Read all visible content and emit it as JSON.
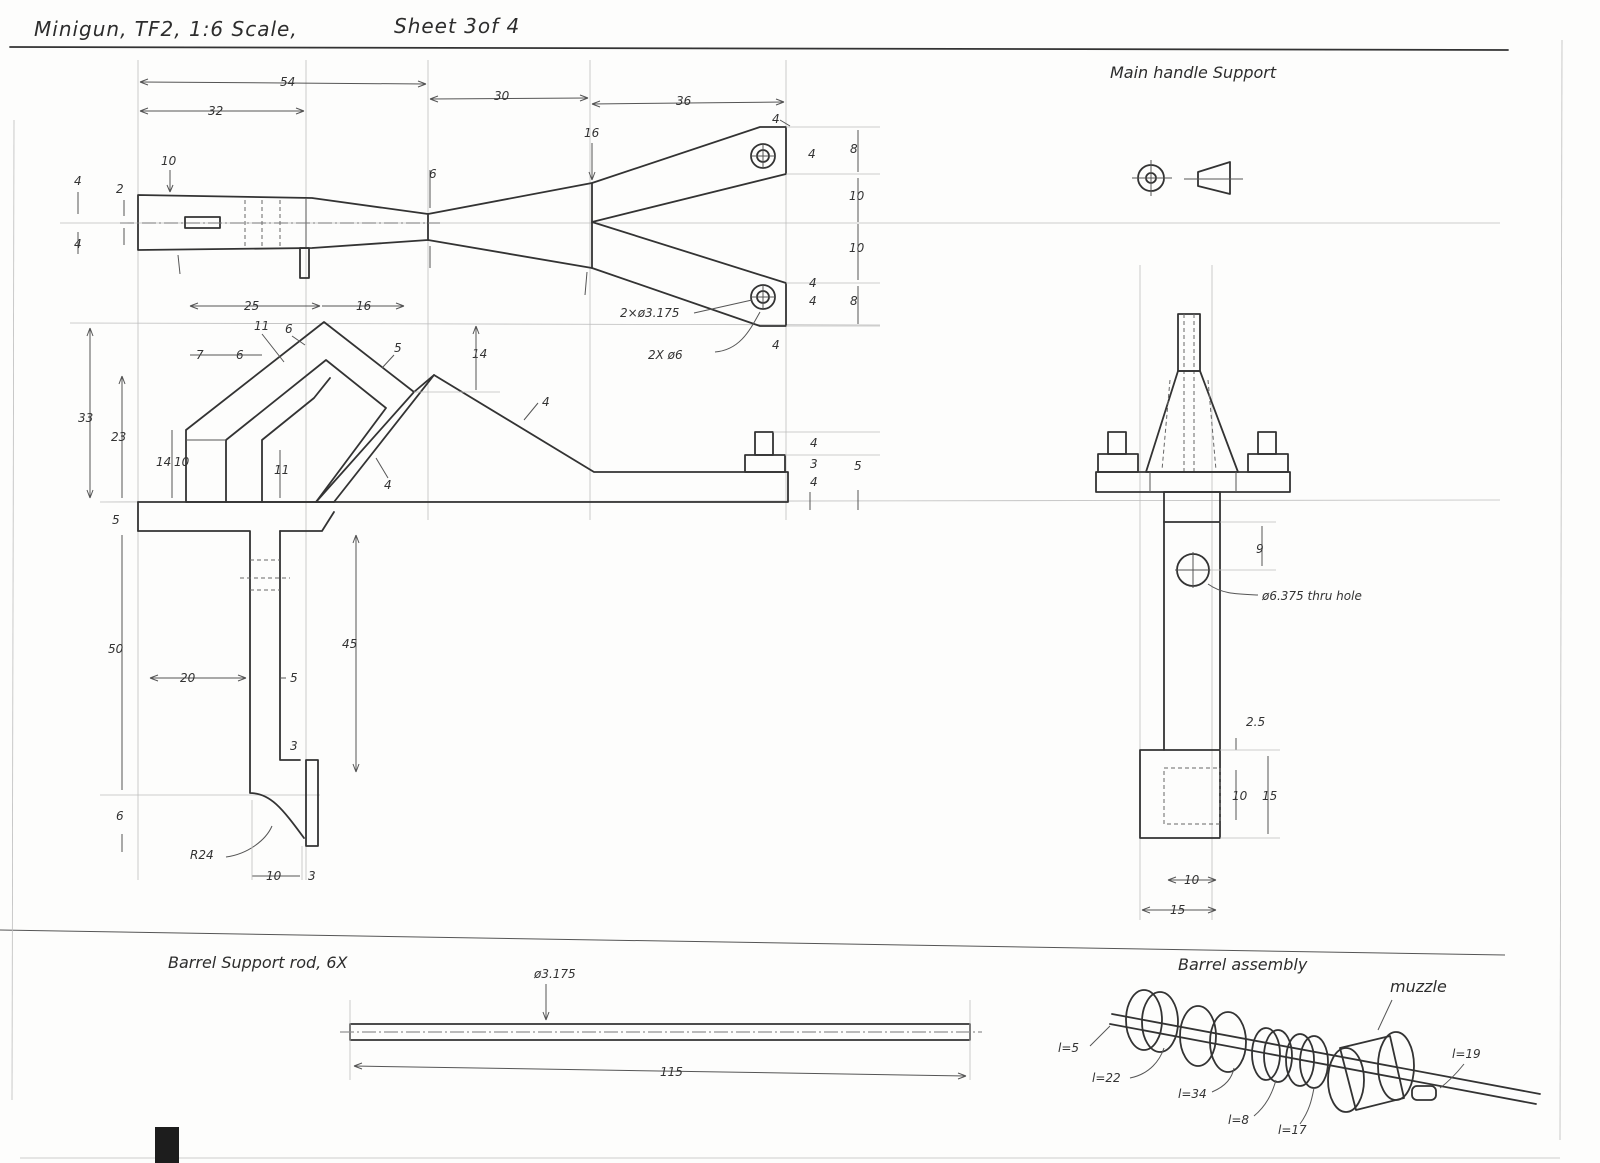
{
  "header": {
    "title": "Minigun, TF2, 1:6 Scale,",
    "sheet": "Sheet 3of 4"
  },
  "sections": {
    "main_handle_support": "Main handle Support",
    "barrel_support_rod": "Barrel Support rod, 6X",
    "barrel_assembly": "Barrel assembly",
    "muzzle": "muzzle"
  },
  "top_view_dims": {
    "d54": "54",
    "d32": "32",
    "d30": "30",
    "d36": "36",
    "d16": "16",
    "d10": "10",
    "d4a": "4",
    "d2": "2",
    "d4b": "4",
    "d6": "6",
    "d4c": "4",
    "d8a": "8",
    "d4d": "4",
    "d10a": "10",
    "d10b": "10",
    "d4e": "4",
    "d4f": "4",
    "d8b": "8",
    "d4g": "4",
    "hole_small": "2×ø3.175",
    "hole_large": "2X ø6"
  },
  "side_view_dims": {
    "d25": "25",
    "d16": "16",
    "d33": "33",
    "d23": "23",
    "d7": "7",
    "d6a": "6",
    "d11": "11",
    "d6b": "6",
    "d5a": "5",
    "d14a": "14",
    "d14b": "14",
    "d10": "10",
    "d11b": "11",
    "d4a": "4",
    "d4b": "4",
    "d4c": "4",
    "d3": "3",
    "d4d": "4",
    "d5b": "5",
    "d5c": "5",
    "d50": "50",
    "d20": "20",
    "d5d": "5",
    "d45": "45",
    "d3b": "3",
    "d6c": "6",
    "r24": "R24",
    "d10b": "10",
    "d3c": "3"
  },
  "handle_dims": {
    "d9": "9",
    "hole": "ø6.375 thru hole",
    "d2_5": "2.5",
    "d10": "10",
    "d15": "15",
    "w10": "10",
    "w15": "15"
  },
  "rod_dims": {
    "dia": "ø3.175",
    "length": "115"
  },
  "assembly_labels": {
    "l5": "l=5",
    "l22": "l=22",
    "l34": "l=34",
    "l8": "l=8",
    "l17": "l=17",
    "l19": "l=19"
  }
}
